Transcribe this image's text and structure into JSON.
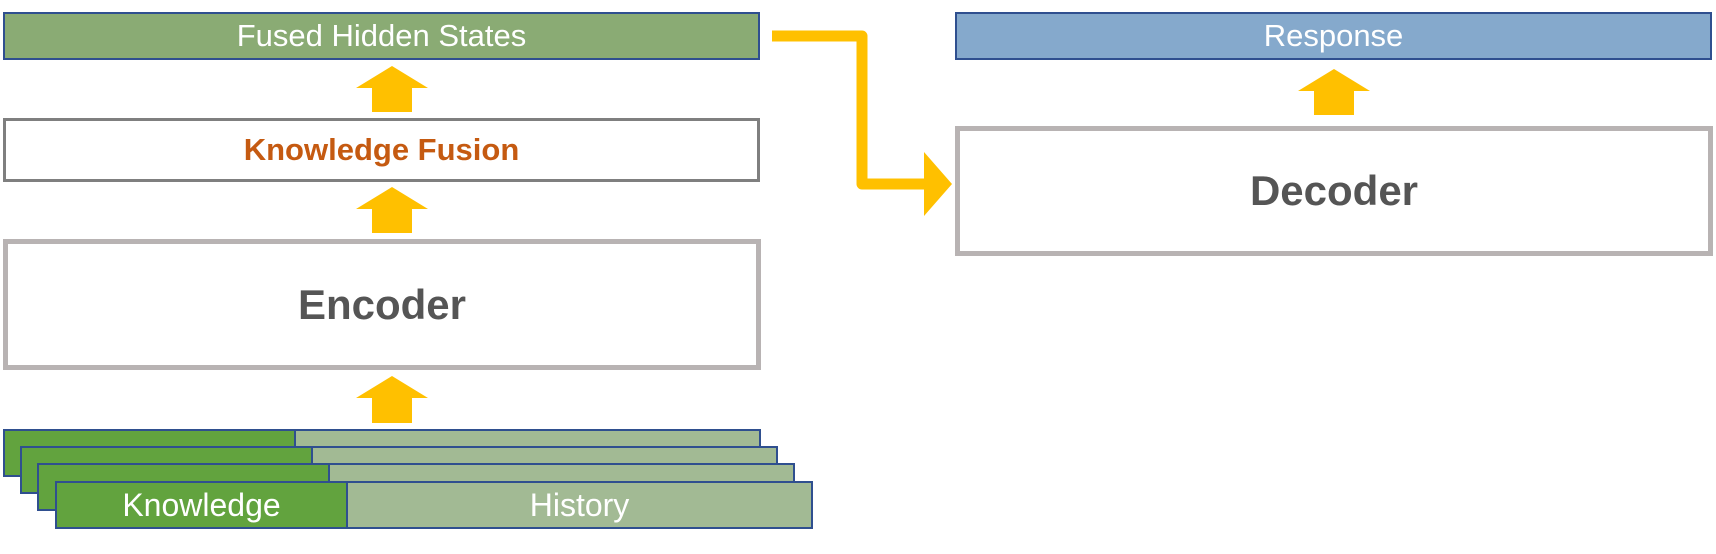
{
  "left_stack": {
    "fused_label": "Fused Hidden States",
    "fusion_label": "Knowledge Fusion",
    "encoder_label": "Encoder"
  },
  "input": {
    "knowledge_label": "Knowledge",
    "history_label": "History"
  },
  "right_stack": {
    "response_label": "Response",
    "decoder_label": "Decoder"
  },
  "colors": {
    "arrow": "#ffc000",
    "fused": "#8aab74",
    "response": "#85a9cc",
    "knowledge": "#62a33e",
    "history": "#a2ba94",
    "fusion_text": "#c55a11"
  }
}
